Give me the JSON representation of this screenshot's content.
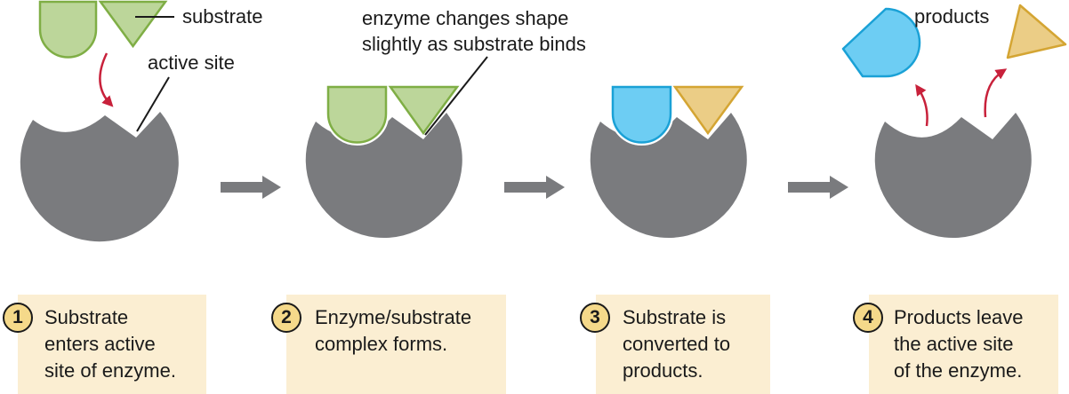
{
  "labels": {
    "substrate": "substrate",
    "active_site": "active site",
    "shape_change_line1": "enzyme changes shape",
    "shape_change_line2": "slightly as substrate binds",
    "products": "products"
  },
  "steps": [
    {
      "number": "1",
      "text": "Substrate\nenters active\nsite of enzyme."
    },
    {
      "number": "2",
      "text": "Enzyme/substrate\ncomplex forms."
    },
    {
      "number": "3",
      "text": "Substrate is\nconverted to\nproducts."
    },
    {
      "number": "4",
      "text": "Products leave\nthe active site\nof the enzyme."
    }
  ],
  "colors": {
    "enzyme": "#7a7b7e",
    "substrate_fill": "#bcd69a",
    "substrate_stroke": "#7fae45",
    "product_blue": "#6dcdf3",
    "product_blue_stroke": "#1aa1d6",
    "product_yellow": "#ebcd86",
    "product_yellow_stroke": "#d4a533",
    "red_arrow": "#c8213b",
    "step_box": "#fbeed2",
    "step_circle": "#f5d98a",
    "flow_arrow": "#7a7b7e"
  }
}
